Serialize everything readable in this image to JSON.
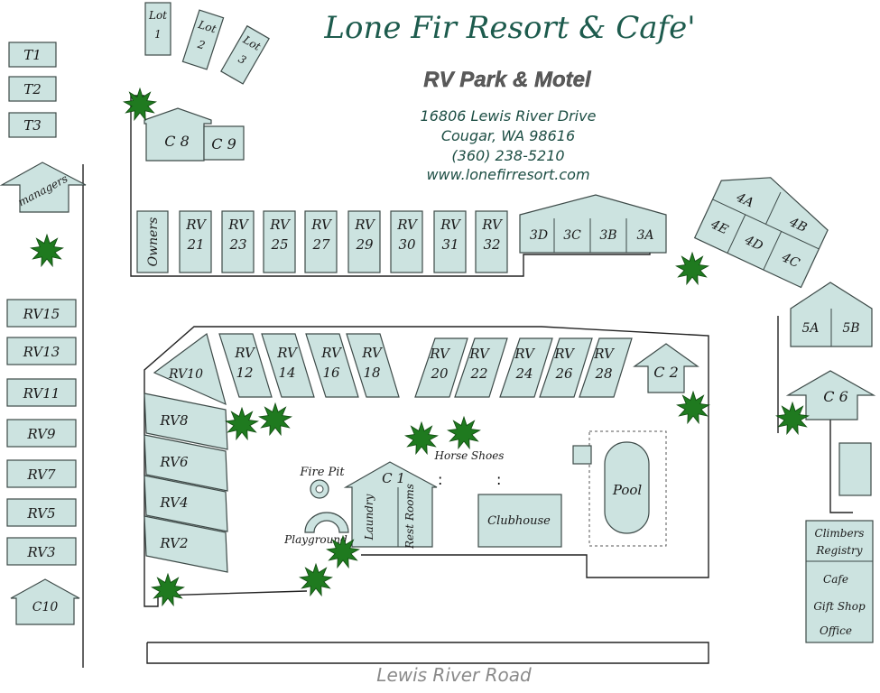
{
  "header": {
    "title": "Lone Fir Resort & Cafe'",
    "subtitle": "RV Park & Motel",
    "address_line1": "16806 Lewis River Drive",
    "address_line2": "Cougar, WA  98616",
    "phone": "(360) 238-5210",
    "website": "www.lonefirresort.com"
  },
  "road_label": "Lewis River Road",
  "colors": {
    "title": "#1d5b4d",
    "subtitle": "#5a5a5a",
    "contact": "#1d4e44",
    "site_fill": "#cce3e0",
    "tree": "#1f7a1f",
    "road_label": "#8a8a8a"
  },
  "lots": [
    "Lot 1",
    "Lot 2",
    "Lot 3"
  ],
  "tent_sites": [
    "T1",
    "T2",
    "T3"
  ],
  "manager_label": "managers",
  "owners_label": "Owners",
  "cabins": [
    "C 8",
    "C 9",
    "C 2",
    "C 6",
    "C 1",
    "C10"
  ],
  "upper_rv_sites": [
    "RV 21",
    "RV 23",
    "RV 25",
    "RV 27",
    "RV 29",
    "RV 30",
    "RV 31",
    "RV 32"
  ],
  "motel_units_row3": [
    "3D",
    "3C",
    "3B",
    "3A"
  ],
  "motel_units_row4": [
    "4A",
    "4B",
    "4E",
    "4D",
    "4C"
  ],
  "motel_units_row5": [
    "5A",
    "5B"
  ],
  "left_rv_sites": [
    "RV15",
    "RV13",
    "RV11",
    "RV9",
    "RV7",
    "RV5",
    "RV3"
  ],
  "inner_rv_sites_left": [
    "RV10",
    "RV 12",
    "RV 14",
    "RV 16",
    "RV 18"
  ],
  "inner_rv_sites_right": [
    "RV 20",
    "RV 22",
    "RV 24",
    "RV 26",
    "RV 28"
  ],
  "inner_rv_sites_angled": [
    "RV8",
    "RV6",
    "RV4",
    "RV2"
  ],
  "amenities": {
    "fire_pit": "Fire Pit",
    "playground": "Playground",
    "horse_shoes": "Horse Shoes",
    "laundry": "Laundry",
    "rest_rooms": "Rest Rooms",
    "clubhouse": "Clubhouse",
    "pool": "Pool"
  },
  "office_building": {
    "climbers_registry": "Climbers Registry",
    "cafe": "Cafe",
    "gift_shop": "Gift Shop",
    "office": "Office"
  }
}
